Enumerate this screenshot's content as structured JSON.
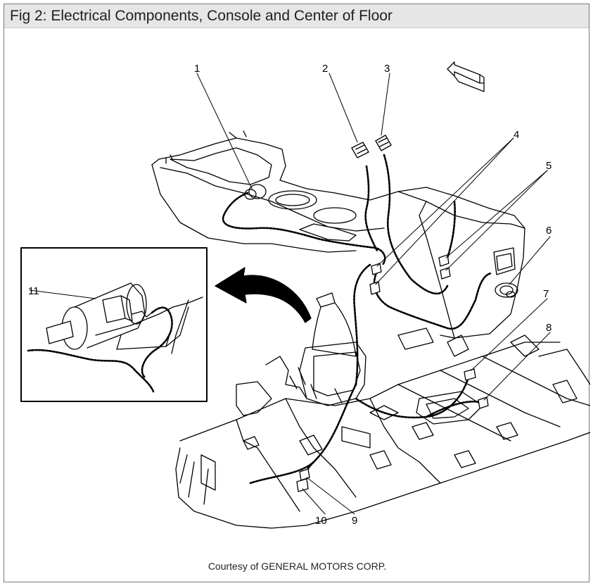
{
  "title": "Fig 2: Electrical Components, Console and Center of Floor",
  "credit": "Courtesy of GENERAL MOTORS CORP.",
  "callouts": {
    "c1": "1",
    "c2": "2",
    "c3": "3",
    "c4": "4",
    "c5": "5",
    "c6": "6",
    "c7": "7",
    "c8": "8",
    "c9": "9",
    "c10": "10",
    "c11": "11"
  },
  "colors": {
    "line": "#000000",
    "title_bg": "#e6e6e6",
    "border": "#7a7a7a"
  }
}
